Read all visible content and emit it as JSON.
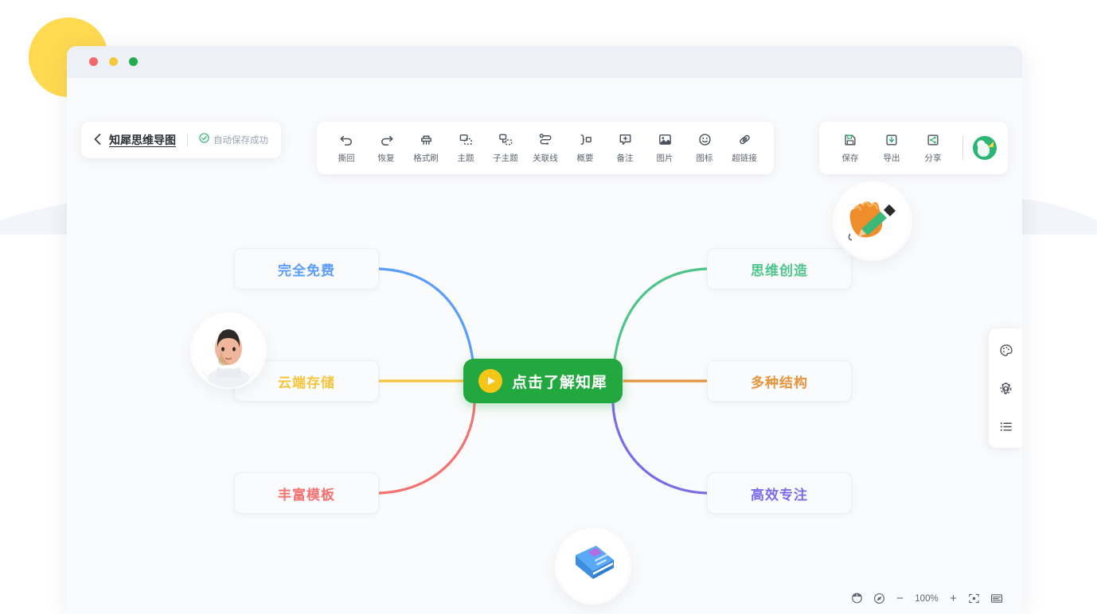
{
  "window": {
    "dots": [
      {
        "name": "close",
        "color": "#f4676b"
      },
      {
        "name": "minimize",
        "color": "#f5c93a"
      },
      {
        "name": "maximize",
        "color": "#23ac4e"
      }
    ]
  },
  "docbar": {
    "back_label": "‹",
    "title": "知犀思维导图",
    "autosave_text": "自动保存成功",
    "autosave_icon": "check-circle-icon"
  },
  "toolbar": {
    "items": [
      {
        "icon": "undo-icon",
        "label": "撕回"
      },
      {
        "icon": "redo-icon",
        "label": "恢复"
      },
      {
        "icon": "format-brush-icon",
        "label": "格式刷"
      },
      {
        "icon": "topic-icon",
        "label": "主题"
      },
      {
        "icon": "subtopic-icon",
        "label": "子主题"
      },
      {
        "icon": "relation-line-icon",
        "label": "关联线"
      },
      {
        "icon": "summary-icon",
        "label": "概要"
      },
      {
        "icon": "note-icon",
        "label": "备注"
      },
      {
        "icon": "image-icon",
        "label": "图片"
      },
      {
        "icon": "emoji-icon",
        "label": "图标"
      },
      {
        "icon": "hyperlink-icon",
        "label": "超链接"
      }
    ]
  },
  "actionbar": {
    "items": [
      {
        "icon": "save-icon",
        "label": "保存"
      },
      {
        "icon": "export-icon",
        "label": "导出"
      },
      {
        "icon": "share-icon",
        "label": "分享"
      }
    ],
    "avatar": "rhino-avatar-logo"
  },
  "side_dock": {
    "items": [
      {
        "icon": "palette-icon",
        "name": "style-panel"
      },
      {
        "icon": "gear-icon",
        "name": "settings-panel"
      },
      {
        "icon": "outline-icon",
        "name": "outline-panel"
      }
    ]
  },
  "zoombar": {
    "mouse_icon": "mouse-mode-icon",
    "locate_icon": "locate-center-icon",
    "minus": "−",
    "zoom_level": "100%",
    "plus": "+",
    "fit_icon": "fit-screen-icon",
    "minimap_icon": "minimap-icon"
  },
  "mindmap": {
    "center": {
      "label": "点击了解知犀",
      "bg": "#22a83f",
      "badge_icon": "play-icon",
      "badge_color": "#f5c518"
    },
    "nodes": [
      {
        "label": "完全免费",
        "color": "#5b9df9",
        "side": "left",
        "row": 0
      },
      {
        "label": "云端存储",
        "color": "#f7c53c",
        "side": "left",
        "row": 1
      },
      {
        "label": "丰富模板",
        "color": "#f4726f",
        "side": "left",
        "row": 2
      },
      {
        "label": "思维创造",
        "color": "#4dc58a",
        "side": "right",
        "row": 0
      },
      {
        "label": "多种结构",
        "color": "#e8943c",
        "side": "right",
        "row": 1
      },
      {
        "label": "高效专注",
        "color": "#7b6ce8",
        "side": "right",
        "row": 2
      }
    ],
    "edges": [
      {
        "from": "center",
        "to": "完全免费",
        "color": "#5b9df9"
      },
      {
        "from": "center",
        "to": "云端存储",
        "color": "#f7c53c"
      },
      {
        "from": "center",
        "to": "丰富模板",
        "color": "#f4726f"
      },
      {
        "from": "center",
        "to": "思维创造",
        "color": "#4dc58a"
      },
      {
        "from": "center",
        "to": "多种结构",
        "color": "#e8943c"
      },
      {
        "from": "center",
        "to": "高效专注",
        "color": "#7b6ce8"
      }
    ],
    "illustrations": [
      {
        "name": "person-avatar-illustration"
      },
      {
        "name": "hand-with-pencil-illustration"
      },
      {
        "name": "blue-book-illustration"
      }
    ]
  },
  "decor": {
    "blob_color": "#ffd950"
  }
}
